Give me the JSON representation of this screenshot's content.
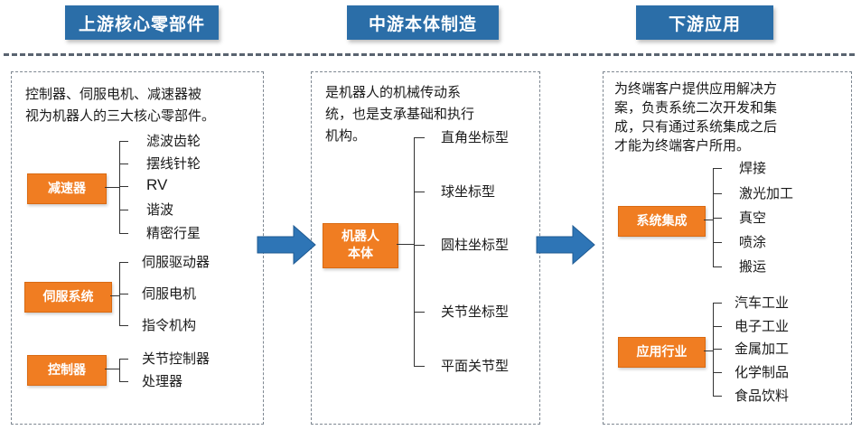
{
  "headers": {
    "upstream": "上游核心零部件",
    "midstream": "中游本体制造",
    "downstream": "下游应用"
  },
  "upstream": {
    "description_lines": [
      "控制器、伺服电机、减速器被",
      "视为机器人的三大核心零部件。"
    ],
    "groups": [
      {
        "label": "减速器",
        "items": [
          "滤波齿轮",
          "摆线针轮",
          "RV",
          "谐波",
          "精密行星"
        ]
      },
      {
        "label": "伺服系统",
        "items": [
          "伺服驱动器",
          "伺服电机",
          "指令机构"
        ]
      },
      {
        "label": "控制器",
        "items": [
          "关节控制器",
          "处理器"
        ]
      }
    ]
  },
  "midstream": {
    "description_lines": [
      "是机器人的机械传动系",
      "统，也是支承基础和执行",
      "机构。"
    ],
    "box_label_lines": [
      "机器人",
      "本体"
    ],
    "items": [
      "直角坐标型",
      "球坐标型",
      "圆柱坐标型",
      "关节坐标型",
      "平面关节型"
    ]
  },
  "downstream": {
    "description_lines": [
      "为终端客户提供应用解决方",
      "案，负责系统二次开发和集",
      "成，只有通过系统集成之后",
      "才能为终端客户所用。"
    ],
    "groups": [
      {
        "label": "系统集成",
        "items": [
          "焊接",
          "激光加工",
          "真空",
          "喷涂",
          "搬运"
        ]
      },
      {
        "label": "应用行业",
        "items": [
          "汽车工业",
          "电子工业",
          "金属加工",
          "化学制品",
          "食品饮料"
        ]
      }
    ]
  },
  "colors": {
    "header_blue": "#2b6ea8",
    "box_orange": "#f07d22",
    "arrow_blue": "#2e75b6"
  }
}
